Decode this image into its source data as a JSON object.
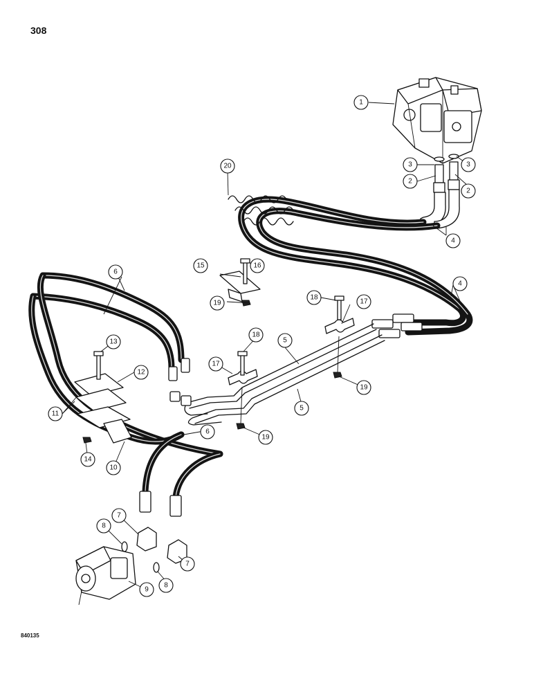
{
  "page": {
    "number": "308",
    "figure_code": "840135"
  },
  "callouts": [
    {
      "id": "c1",
      "label": "1"
    },
    {
      "id": "c2a",
      "label": "2"
    },
    {
      "id": "c2b",
      "label": "2"
    },
    {
      "id": "c3a",
      "label": "3"
    },
    {
      "id": "c3b",
      "label": "3"
    },
    {
      "id": "c4a",
      "label": "4"
    },
    {
      "id": "c4b",
      "label": "4"
    },
    {
      "id": "c5a",
      "label": "5"
    },
    {
      "id": "c5b",
      "label": "5"
    },
    {
      "id": "c6a",
      "label": "6"
    },
    {
      "id": "c6b",
      "label": "6"
    },
    {
      "id": "c7a",
      "label": "7"
    },
    {
      "id": "c7b",
      "label": "7"
    },
    {
      "id": "c8a",
      "label": "8"
    },
    {
      "id": "c8b",
      "label": "8"
    },
    {
      "id": "c9",
      "label": "9"
    },
    {
      "id": "c10",
      "label": "10"
    },
    {
      "id": "c11",
      "label": "11"
    },
    {
      "id": "c12",
      "label": "12"
    },
    {
      "id": "c13",
      "label": "13"
    },
    {
      "id": "c14",
      "label": "14"
    },
    {
      "id": "c15",
      "label": "15"
    },
    {
      "id": "c16",
      "label": "16"
    },
    {
      "id": "c17a",
      "label": "17"
    },
    {
      "id": "c17b",
      "label": "17"
    },
    {
      "id": "c18a",
      "label": "18"
    },
    {
      "id": "c18b",
      "label": "18"
    },
    {
      "id": "c19a",
      "label": "19"
    },
    {
      "id": "c19b",
      "label": "19"
    },
    {
      "id": "c19c",
      "label": "19"
    },
    {
      "id": "c20",
      "label": "20"
    }
  ]
}
